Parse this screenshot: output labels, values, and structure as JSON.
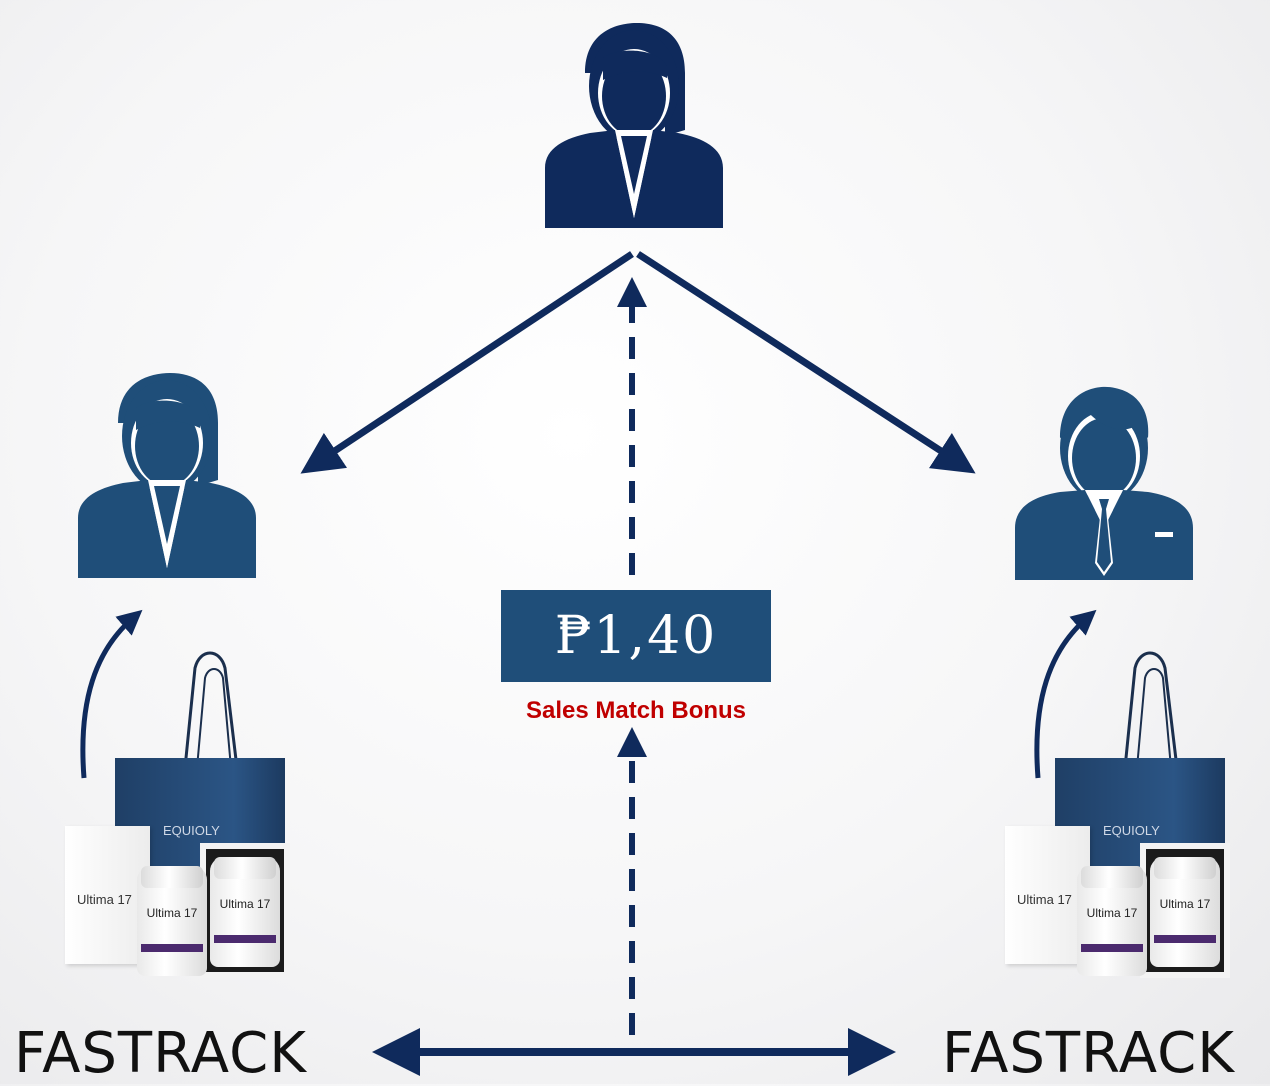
{
  "diagram": {
    "amount": "₱1,40",
    "bonus_label": "Sales Match Bonus",
    "left_leg_label": "FASTRACK",
    "right_leg_label": "FASTRACK",
    "colors": {
      "navy": "#0f2a5c",
      "person_top": "#0f2a5c",
      "person_side": "#1f4e79",
      "amount_box": "#1f4e79",
      "bonus_text": "#c00000"
    },
    "icons": {
      "top": "businesswoman-icon",
      "left": "businesswoman-icon",
      "right": "businessman-icon",
      "products": "product-bundle-image"
    },
    "product_text": {
      "brand": "EQUIOLY",
      "name": "Ultima 17"
    }
  }
}
